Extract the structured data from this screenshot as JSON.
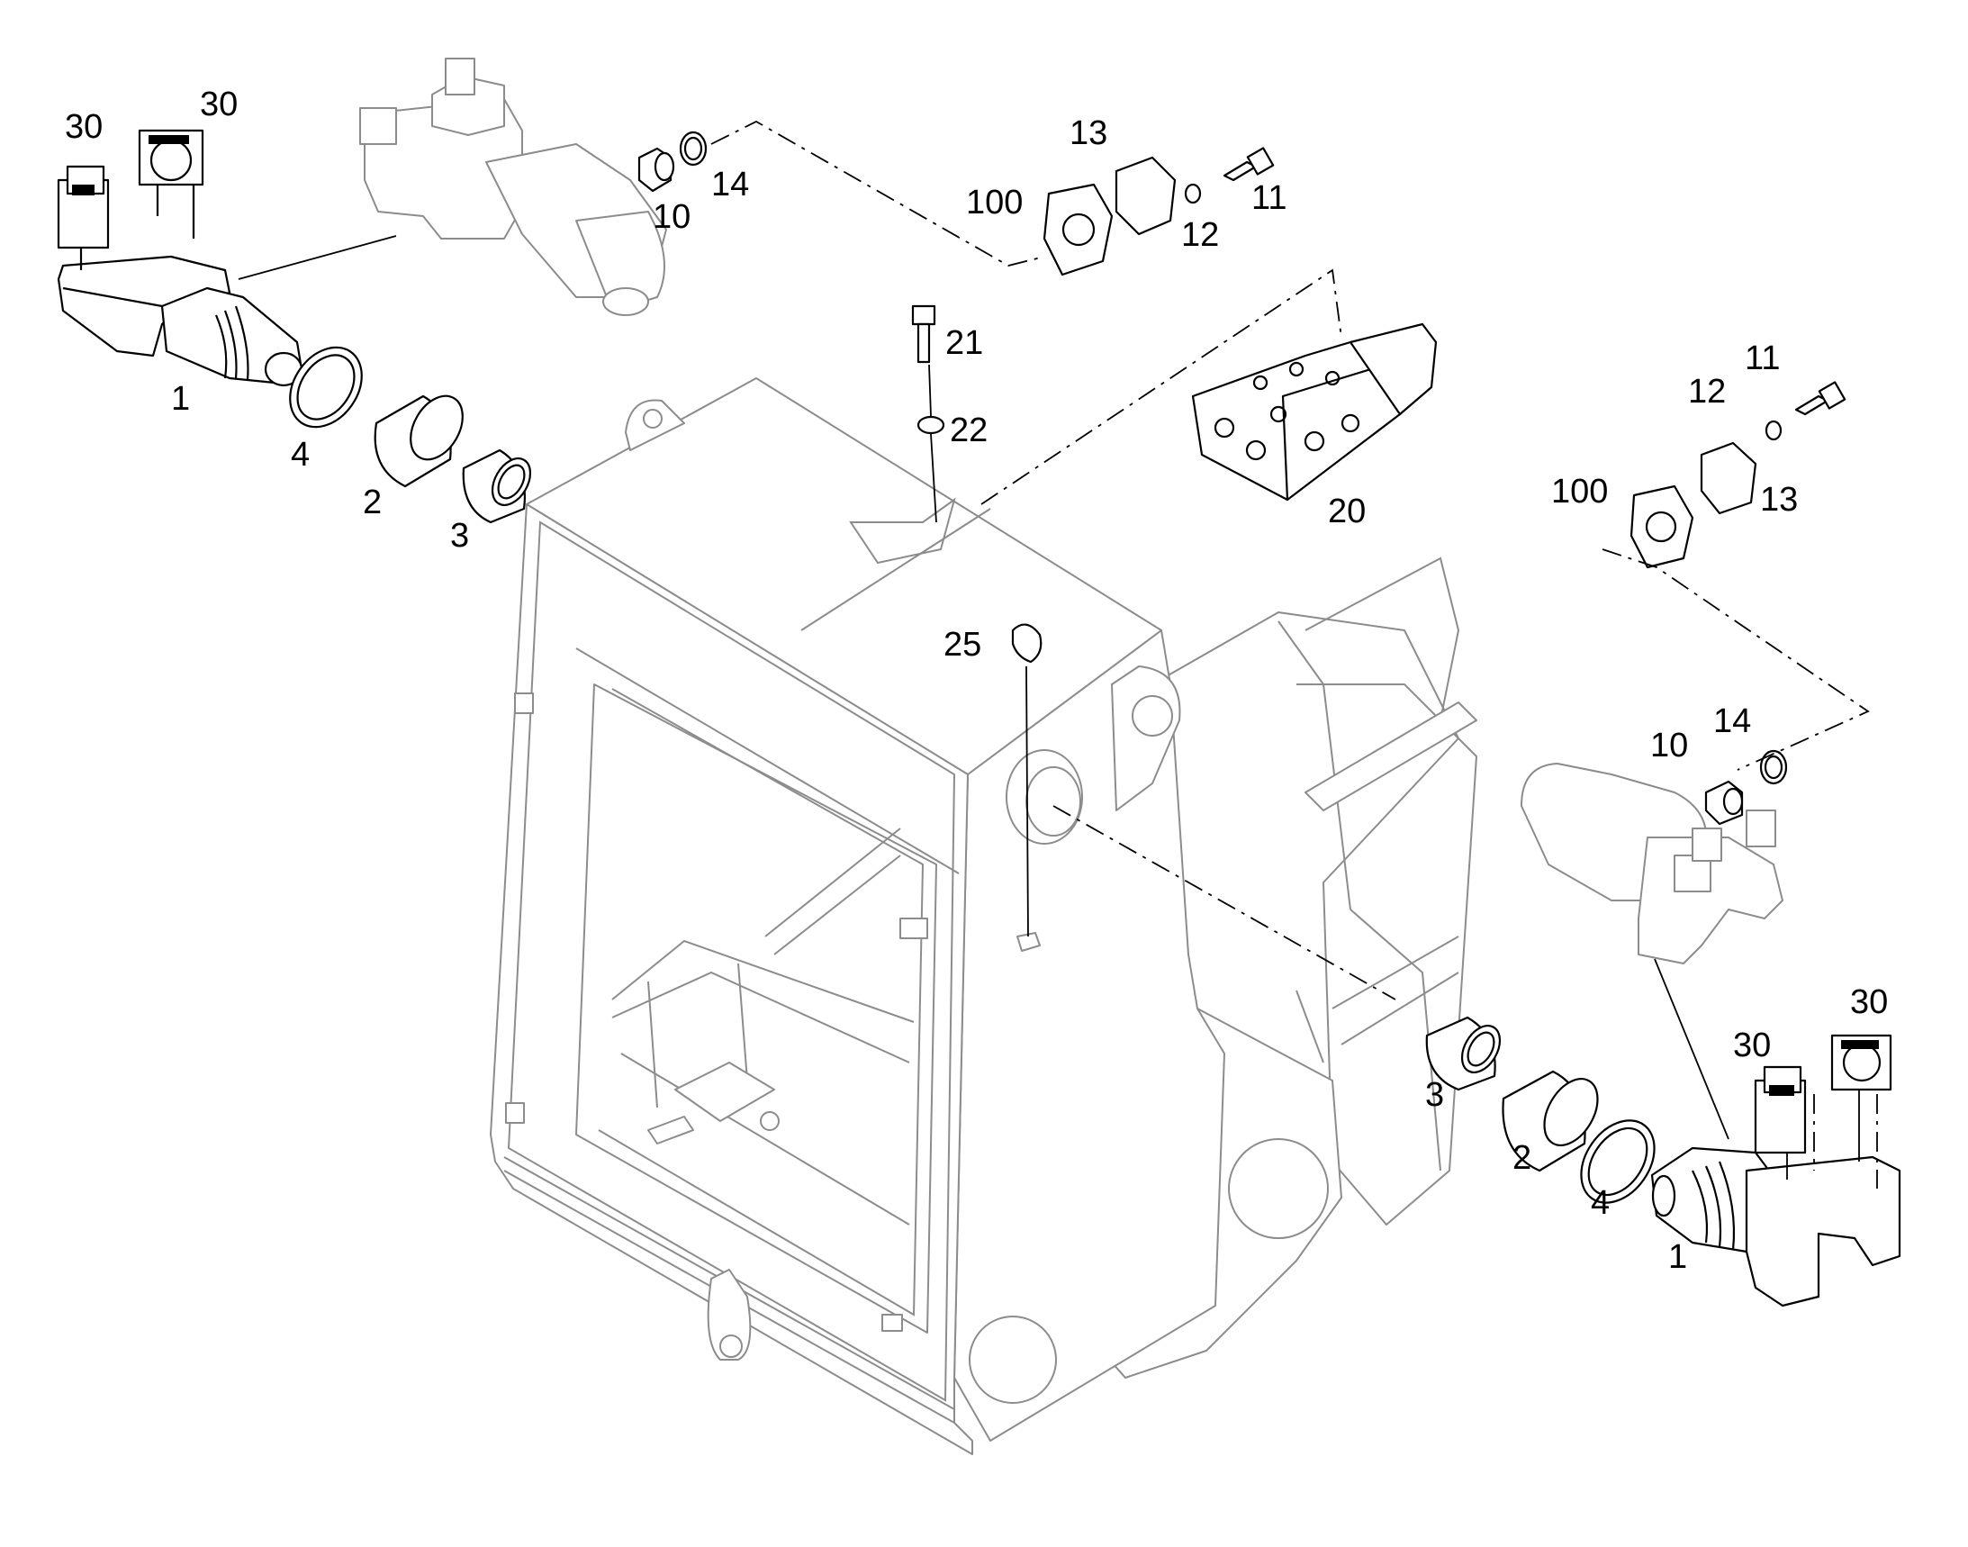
{
  "callouts": [
    {
      "id": "c-30a",
      "text": "30"
    },
    {
      "id": "c-30b",
      "text": "30"
    },
    {
      "id": "c-1a",
      "text": "1"
    },
    {
      "id": "c-4a",
      "text": "4"
    },
    {
      "id": "c-2a",
      "text": "2"
    },
    {
      "id": "c-3a",
      "text": "3"
    },
    {
      "id": "c-10a",
      "text": "10"
    },
    {
      "id": "c-14a",
      "text": "14"
    },
    {
      "id": "c-13a",
      "text": "13"
    },
    {
      "id": "c-100a",
      "text": "100"
    },
    {
      "id": "c-12a",
      "text": "12"
    },
    {
      "id": "c-11a",
      "text": "11"
    },
    {
      "id": "c-21",
      "text": "21"
    },
    {
      "id": "c-22",
      "text": "22"
    },
    {
      "id": "c-20",
      "text": "20"
    },
    {
      "id": "c-11b",
      "text": "11"
    },
    {
      "id": "c-12b",
      "text": "12"
    },
    {
      "id": "c-100b",
      "text": "100"
    },
    {
      "id": "c-13b",
      "text": "13"
    },
    {
      "id": "c-25",
      "text": "25"
    },
    {
      "id": "c-10b",
      "text": "10"
    },
    {
      "id": "c-14b",
      "text": "14"
    },
    {
      "id": "c-30c",
      "text": "30"
    },
    {
      "id": "c-30d",
      "text": "30"
    },
    {
      "id": "c-3b",
      "text": "3"
    },
    {
      "id": "c-2b",
      "text": "2"
    },
    {
      "id": "c-4b",
      "text": "4"
    },
    {
      "id": "c-1b",
      "text": "1"
    }
  ]
}
